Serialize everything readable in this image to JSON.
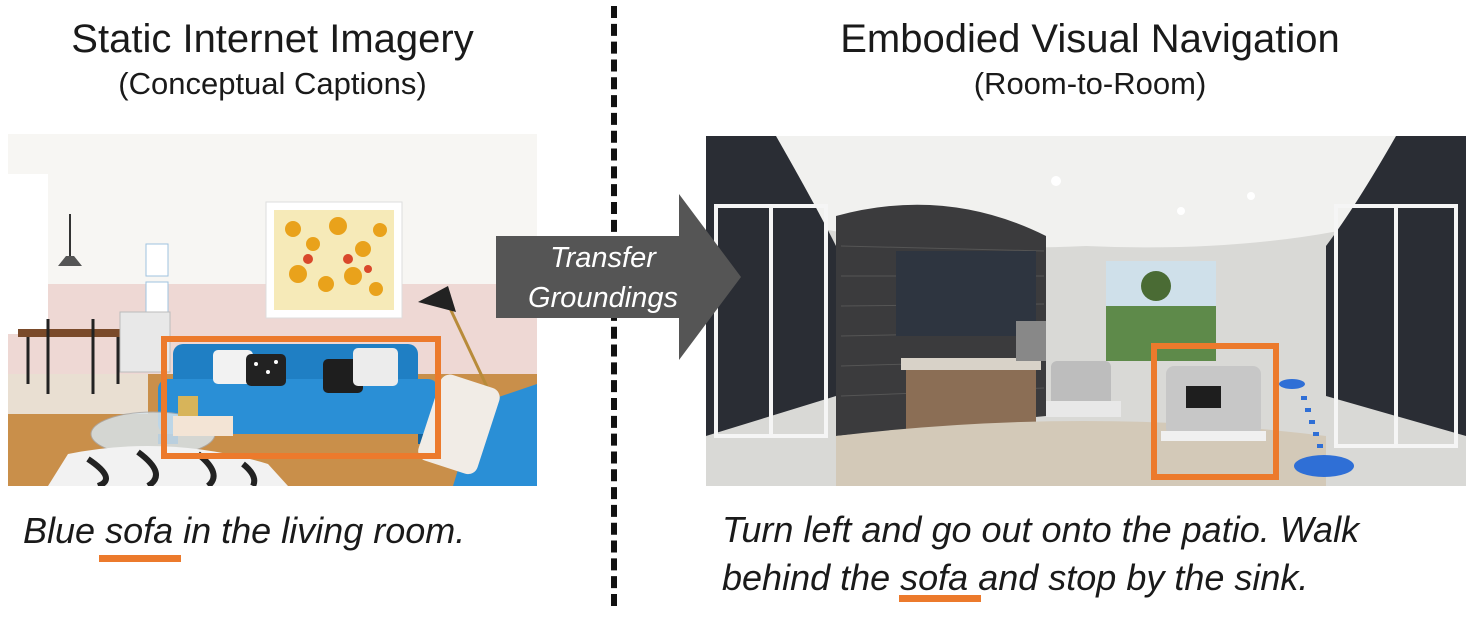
{
  "left_panel": {
    "title": "Static Internet Imagery",
    "subtitle": "(Conceptual Captions)",
    "caption": {
      "before": "Blue ",
      "highlight": "sofa",
      "after": " in the living room."
    }
  },
  "right_panel": {
    "title": "Embodied Visual Navigation",
    "subtitle": "(Room-to-Room)",
    "caption_line1": "Turn left and go out onto the patio. Walk",
    "caption_line2": {
      "before": "behind the ",
      "highlight": "sofa",
      "after": " and stop by the sink."
    }
  },
  "arrow": {
    "line1": "Transfer",
    "line2": "Groundings"
  },
  "colors": {
    "highlight": "#ec7a2c",
    "arrow": "#555555",
    "sofa_blue": "#1f7fc4",
    "path_dots": "#2f6fd6"
  }
}
